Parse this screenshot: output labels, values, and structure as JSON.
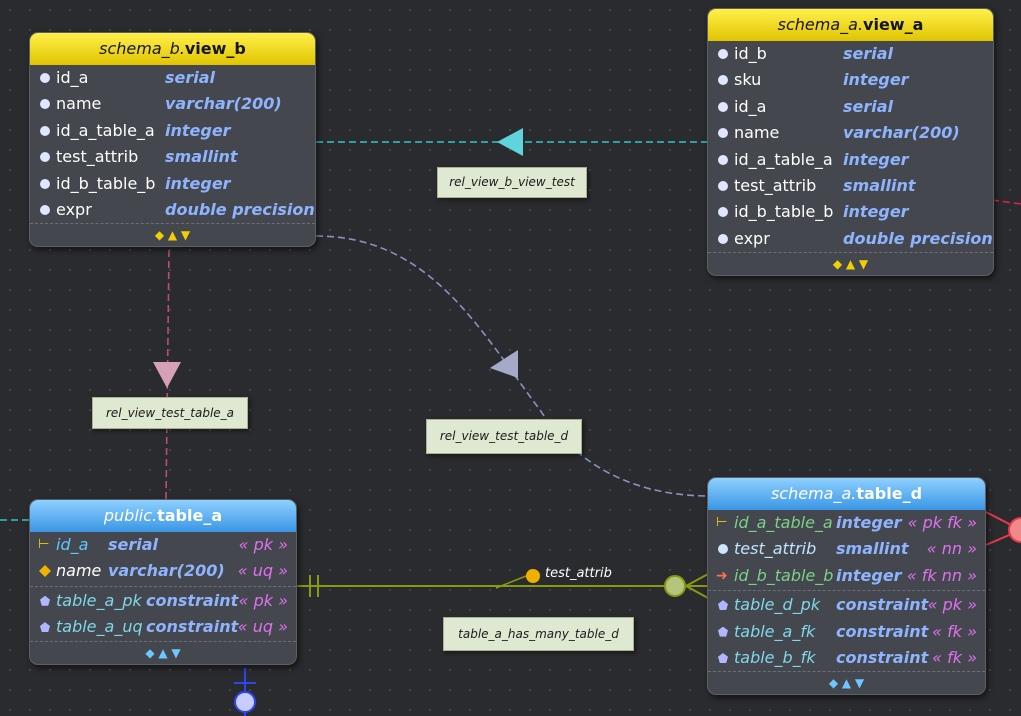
{
  "colors": {
    "canvas": "#2a2b2e",
    "view_header": "#f2e200",
    "table_header": "#5aaef0",
    "type": "#8fb4ff",
    "constraint": "#e070f0"
  },
  "tables": {
    "view_b": {
      "schema": "schema_b.",
      "name": "view_b",
      "columns": [
        {
          "name": "id_a",
          "type": "serial"
        },
        {
          "name": "name",
          "type": "varchar(200)"
        },
        {
          "name": "id_a_table_a",
          "type": "integer"
        },
        {
          "name": "test_attrib",
          "type": "smallint"
        },
        {
          "name": "id_b_table_b",
          "type": "integer"
        },
        {
          "name": "expr",
          "type": "double precision"
        }
      ],
      "footer": "◆ ▲ ▼"
    },
    "view_a": {
      "schema": "schema_a.",
      "name": "view_a",
      "columns": [
        {
          "name": "id_b",
          "type": "serial"
        },
        {
          "name": "sku",
          "type": "integer"
        },
        {
          "name": "id_a",
          "type": "serial"
        },
        {
          "name": "name",
          "type": "varchar(200)"
        },
        {
          "name": "id_a_table_a",
          "type": "integer"
        },
        {
          "name": "test_attrib",
          "type": "smallint"
        },
        {
          "name": "id_b_table_b",
          "type": "integer"
        },
        {
          "name": "expr",
          "type": "double precision"
        }
      ],
      "footer": "◆ ▲ ▼"
    },
    "table_a": {
      "schema": "public.",
      "name": "table_a",
      "columns": [
        {
          "name": "id_a",
          "type": "serial",
          "constraint": "« pk »"
        },
        {
          "name": "name",
          "type": "varchar(200)",
          "constraint": "« uq »"
        }
      ],
      "constraints": [
        {
          "name": "table_a_pk",
          "type": "constraint",
          "constraint": "« pk »"
        },
        {
          "name": "table_a_uq",
          "type": "constraint",
          "constraint": "« uq »"
        }
      ],
      "footer": "◆ ▲ ▼"
    },
    "table_d": {
      "schema": "schema_a.",
      "name": "table_d",
      "columns": [
        {
          "name": "id_a_table_a",
          "type": "integer",
          "constraint": "« pk fk »"
        },
        {
          "name": "test_attrib",
          "type": "smallint",
          "constraint": "« nn »"
        },
        {
          "name": "id_b_table_b",
          "type": "integer",
          "constraint": "« fk nn »"
        }
      ],
      "constraints": [
        {
          "name": "table_d_pk",
          "type": "constraint",
          "constraint": "« pk »"
        },
        {
          "name": "table_a_fk",
          "type": "constraint",
          "constraint": "« fk »"
        },
        {
          "name": "table_b_fk",
          "type": "constraint",
          "constraint": "« fk »"
        }
      ],
      "footer": "◆ ▲ ▼"
    }
  },
  "relationships": {
    "rel_view_b_view_test": "rel_view_b_view_test",
    "rel_view_test_table_a": "rel_view_test_table_a",
    "rel_view_test_table_d": "rel_view_test_table_d",
    "table_a_has_many_table_d": "table_a_has_many_table_d",
    "attribute_label": "test_attrib"
  }
}
